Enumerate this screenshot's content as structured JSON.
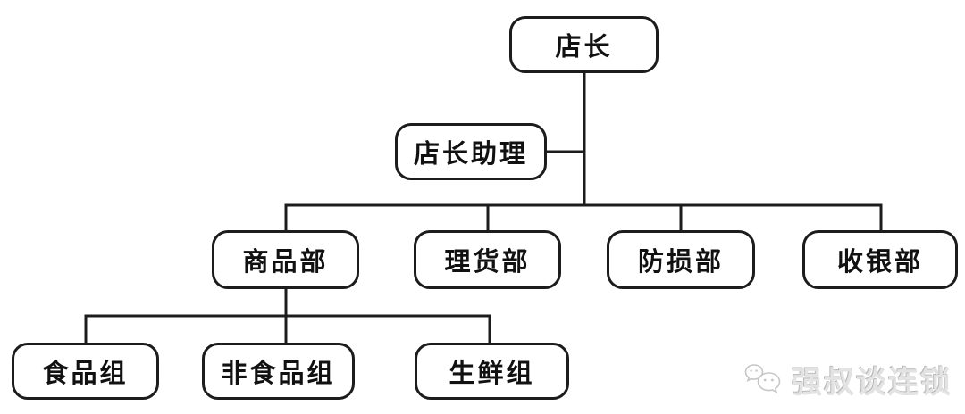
{
  "org": {
    "root": {
      "label": "店长",
      "assistant": {
        "label": "店长助理"
      },
      "children": [
        {
          "label": "商品部",
          "children": [
            {
              "label": "食品组"
            },
            {
              "label": "非食品组"
            },
            {
              "label": "生鲜组"
            }
          ]
        },
        {
          "label": "理货部"
        },
        {
          "label": "防损部"
        },
        {
          "label": "收银部"
        }
      ]
    }
  },
  "watermark": {
    "text": "强叔谈连锁",
    "icon": "wechat-logo-icon"
  },
  "colors": {
    "background": "#ffffff",
    "box_fill": "#ffffff",
    "box_border": "#1c1c1c",
    "connector_line": "#1c1c1c",
    "text": "#111111",
    "watermark_text": "#dddddd"
  }
}
